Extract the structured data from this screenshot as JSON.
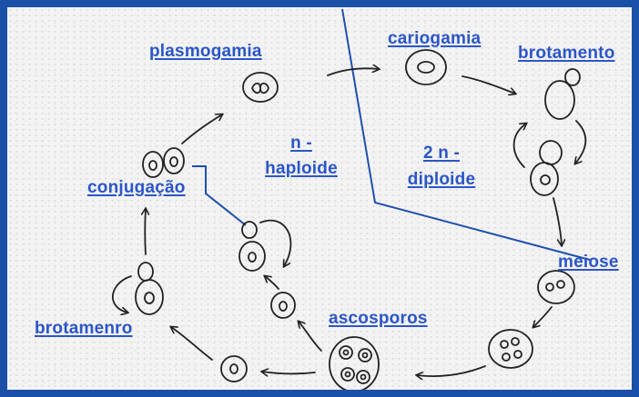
{
  "labels": {
    "plasmogamia": "plasmogamia",
    "cariogamia": "cariogamia",
    "brotamento": "brotamento",
    "conjugacao": "conjugação",
    "haploid_n": "n -",
    "haploid_word": "haploide",
    "diploid_n": "2 n -",
    "diploid_word": "diploide",
    "meiose": "meiose",
    "ascosporos": "ascosporos",
    "brotamenro": "brotamenro"
  },
  "colors": {
    "border": "#1a50a8",
    "label": "#2b56c8",
    "divider": "#1e4fae",
    "ink": "#222222"
  }
}
